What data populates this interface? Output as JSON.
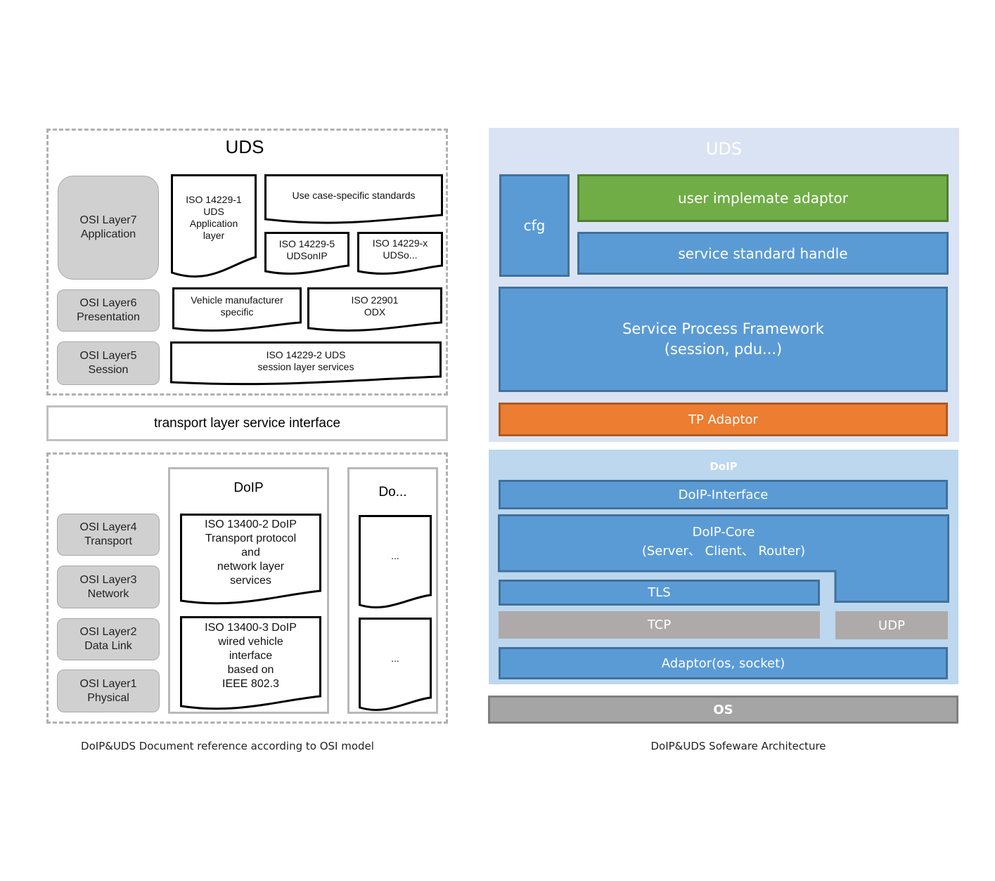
{
  "left": {
    "uds_title": "UDS",
    "osi_upper": [
      "OSI Layer7\nApplication",
      "OSI Layer6\nPresentation",
      "OSI Layer5\nSession"
    ],
    "docs_upper": {
      "iso14229_1": "ISO 14229-1\nUDS\nApplication\nlayer",
      "use_case": "Use case-specific standards",
      "iso14229_5": "ISO 14229-5\nUDSonIP",
      "iso14229_x": "ISO 14229-x\nUDSo...",
      "vehicle_mfr": "Vehicle manufacturer\nspecific",
      "iso22901": "ISO 22901\nODX",
      "iso14229_2": "ISO 14229-2 UDS\nsession layer services"
    },
    "transport_interface": "transport layer service interface",
    "osi_lower": [
      "OSI Layer4\nTransport",
      "OSI Layer3\nNetwork",
      "OSI Layer2\nData Link",
      "OSI Layer1\nPhysical"
    ],
    "doip_title": "DoIP",
    "do_title": "Do...",
    "docs_lower": {
      "iso13400_2": "ISO 13400-2 DoIP\nTransport protocol\nand\nnetwork layer\nservices",
      "iso13400_3": "ISO 13400-3 DoIP\nwired vehicle\ninterface\nbased on\nIEEE 802.3",
      "ellipsis_1": "...",
      "ellipsis_2": "..."
    },
    "caption": "DoIP&UDS Document reference according to OSI model"
  },
  "right": {
    "uds_title": "UDS",
    "cfg": "cfg",
    "user_adaptor": "user implemate adaptor",
    "service_handle": "service standard handle",
    "spf": "Service Process Framework\n(session, pdu...)",
    "tp_adaptor": "TP Adaptor",
    "doip_title": "DoIP",
    "doip_interface": "DoIP-Interface",
    "doip_core": "DoIP-Core\n(Server、 Client、 Router)",
    "tls": "TLS",
    "tcp": "TCP",
    "udp": "UDP",
    "adaptor": "Adaptor(os, socket)",
    "os": "OS",
    "caption": "DoIP&UDS Sofeware Architecture"
  },
  "colors": {
    "blue": "#5b9bd5",
    "blue_border": "#41719c",
    "green": "#70ad47",
    "orange": "#ed7d31",
    "gray": "#aeaaaa",
    "os_gray": "#a5a5a5",
    "uds_bg": "#dae3f3",
    "doip_bg": "#bdd7ee"
  }
}
